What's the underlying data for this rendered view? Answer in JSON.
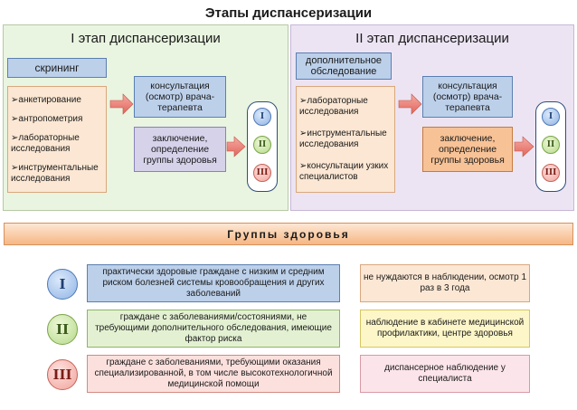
{
  "title": "Этапы диспансеризации",
  "stage1": {
    "title": "I этап диспансеризации",
    "screening_label": "скрининг",
    "items": [
      "анкетирование",
      "антропометрия",
      "лабораторные исследования",
      "инструментальные исследования"
    ],
    "consultation": "консультация (осмотр) врача-терапевта",
    "conclusion": "заключение, определение группы здоровья"
  },
  "stage2": {
    "title": "II этап диспансеризации",
    "extra_label": "дополнительное обследование",
    "items": [
      "лабораторные исследования",
      "инструментальные исследования",
      "консультации узких специалистов"
    ],
    "consultation": "консультация (осмотр) врача-терапевта",
    "conclusion": "заключение, определение группы здоровья"
  },
  "groups_banner": "Группы здоровья",
  "groups": [
    {
      "numeral": "I",
      "description": "практически здоровые граждане с низким и средним риском болезней системы кровообращения и других заболеваний",
      "action": "не нуждаются в наблюдении, осмотр 1 раз в 3 года"
    },
    {
      "numeral": "II",
      "description": "граждане с заболеваниями/состояниями, не требующими дополнительного обследования, имеющие фактор риска",
      "action": "наблюдение в кабинете медицинской профилактики, центре здоровья"
    },
    {
      "numeral": "III",
      "description": "граждане с заболеваниями, требующими оказания специализированной, в том числе высокотехнологичной медицинской помощи",
      "action": "диспансерное наблюдение у специалиста"
    }
  ],
  "colors": {
    "stage1_bg": "#e9f5e0",
    "stage2_bg": "#ece4f3",
    "group1": "#8fb4e6",
    "group2": "#b5d98a",
    "group3": "#f2a49c",
    "arrow": "#e8746a"
  }
}
